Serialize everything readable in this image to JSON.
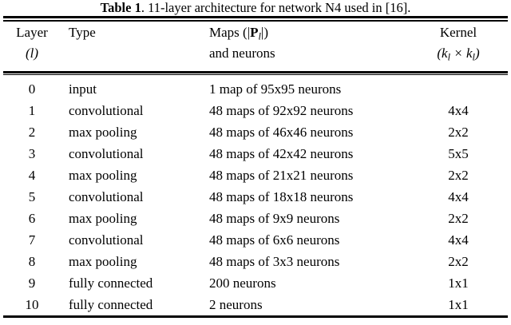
{
  "caption": {
    "label": "Table 1",
    "text": ". 11-layer architecture for network N4 used in [16]."
  },
  "table": {
    "headers": {
      "layer_line1": "Layer",
      "layer_line2": "(l)",
      "type_line1": "Type",
      "maps_line1": "Maps (|P",
      "maps_line1_sub": "l",
      "maps_line1_end": "|)",
      "maps_line2": "and neurons",
      "kernel_line1": "Kernel",
      "kernel_line2_open": "(",
      "kernel_line2_k1": "k",
      "kernel_line2_sub1": "l",
      "kernel_line2_times": " × ",
      "kernel_line2_k2": "k",
      "kernel_line2_sub2": "l",
      "kernel_line2_close": ")"
    },
    "columns": [
      "Layer (l)",
      "Type",
      "Maps (|P_l|) and neurons",
      "Kernel (k_l x k_l)"
    ],
    "rows": [
      {
        "layer": "0",
        "type": "input",
        "maps": "1 map of 95x95 neurons",
        "kernel": ""
      },
      {
        "layer": "1",
        "type": "convolutional",
        "maps": "48 maps of 92x92 neurons",
        "kernel": "4x4"
      },
      {
        "layer": "2",
        "type": "max pooling",
        "maps": "48 maps of 46x46 neurons",
        "kernel": "2x2"
      },
      {
        "layer": "3",
        "type": "convolutional",
        "maps": "48 maps of 42x42 neurons",
        "kernel": "5x5"
      },
      {
        "layer": "4",
        "type": "max pooling",
        "maps": "48 maps of 21x21 neurons",
        "kernel": "2x2"
      },
      {
        "layer": "5",
        "type": "convolutional",
        "maps": "48 maps of 18x18 neurons",
        "kernel": "4x4"
      },
      {
        "layer": "6",
        "type": "max pooling",
        "maps": "48 maps of 9x9 neurons",
        "kernel": "2x2"
      },
      {
        "layer": "7",
        "type": "convolutional",
        "maps": "48 maps of 6x6 neurons",
        "kernel": "4x4"
      },
      {
        "layer": "8",
        "type": "max pooling",
        "maps": "48 maps of 3x3 neurons",
        "kernel": "2x2"
      },
      {
        "layer": "9",
        "type": "fully connected",
        "maps": "200 neurons",
        "kernel": "1x1"
      },
      {
        "layer": "10",
        "type": "fully connected",
        "maps": "2 neurons",
        "kernel": "1x1"
      }
    ]
  },
  "style": {
    "background": "#ffffff",
    "text_color": "#000000"
  }
}
